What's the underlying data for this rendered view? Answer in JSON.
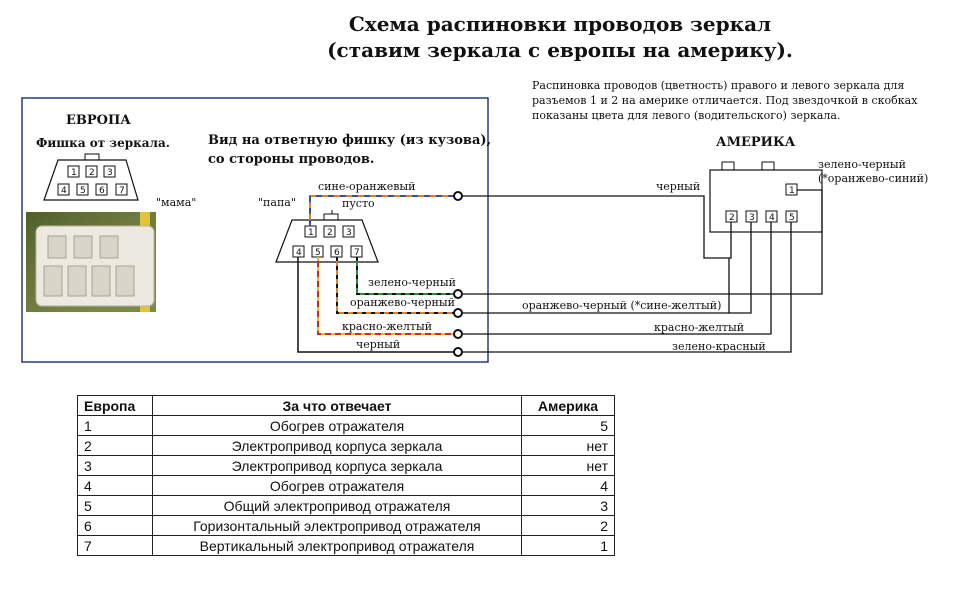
{
  "title": {
    "line1": "Схема распиновки проводов зеркал",
    "line2": "(ставим зеркала с европы на америку)."
  },
  "note": "Распиновка проводов (цветность) правого и левого зеркала для разъемов 1 и 2 на америке отличается. Под звездочкой в скобках показаны цвета для левого (водительского) зеркала.",
  "europe": {
    "header": "ЕВРОПА",
    "plug_label": "Фишка от зеркала.",
    "mama": "\"мама\"",
    "view_line1": "Вид на ответную фишку (из кузова),",
    "view_line2": "со стороны проводов.",
    "papa": "\"папа\"",
    "empty": "пусто",
    "plug_pins_top": [
      "1",
      "2",
      "3"
    ],
    "plug_pins_bottom": [
      "4",
      "5",
      "6",
      "7"
    ],
    "socket_pins_top": [
      "1",
      "2",
      "3"
    ],
    "socket_pins_bottom": [
      "4",
      "5",
      "6",
      "7"
    ]
  },
  "america": {
    "header": "АМЕРИКА",
    "pins_bottom": [
      "2",
      "3",
      "4",
      "5"
    ],
    "pin_top": "1",
    "pin1_label_line1": "зелено-черный",
    "pin1_label_line2": "(*оранжево-синий)"
  },
  "wires": {
    "blue_orange": "сине-оранжевый",
    "green_black": "зелено-черный",
    "orange_black": "оранжево-черный",
    "red_yellow": "красно-желтый",
    "black": "черный",
    "us_black": "черный",
    "us_orange_black": "оранжево-черный (*сине-желтый)",
    "us_red_yellow": "красно-желтый",
    "us_green_red": "зелено-красный"
  },
  "colors": {
    "frame": "#2a3a7a",
    "orange": "#d9822b",
    "blue": "#3050a0",
    "green": "#2e8b3a",
    "red": "#cc2a2a",
    "yellow": "#e0c020",
    "black": "#111111"
  },
  "table": {
    "headers": [
      "Европа",
      "За что отвечает",
      "Америка"
    ],
    "rows": [
      [
        "1",
        "Обогрев отражателя",
        "5"
      ],
      [
        "2",
        "Электропривод корпуса зеркала",
        "нет"
      ],
      [
        "3",
        "Электропривод корпуса зеркала",
        "нет"
      ],
      [
        "4",
        "Обогрев отражателя",
        "4"
      ],
      [
        "5",
        "Общий электропривод отражателя",
        "3"
      ],
      [
        "6",
        "Горизонтальный электропривод отражателя",
        "2"
      ],
      [
        "7",
        "Вертикальный электропривод отражателя",
        "1"
      ]
    ]
  }
}
